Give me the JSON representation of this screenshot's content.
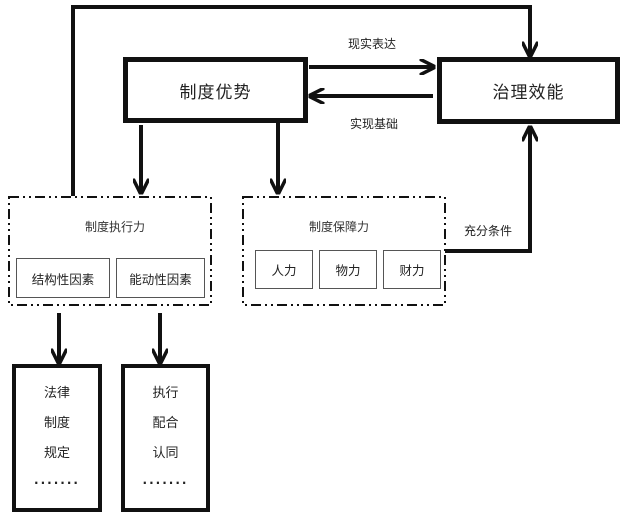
{
  "nodes": {
    "institutional_advantage": "制度优势",
    "governance_efficiency": "治理效能",
    "execution_capacity": {
      "title": "制度执行力",
      "factors": [
        "结构性因素",
        "能动性因素"
      ]
    },
    "guarantee_capacity": {
      "title": "制度保障力",
      "resources": [
        "人力",
        "物力",
        "财力"
      ]
    },
    "structural_list": {
      "items": [
        "法律",
        "制度",
        "规定"
      ],
      "ellipsis": "·······"
    },
    "agentive_list": {
      "items": [
        "执行",
        "配合",
        "认同"
      ],
      "ellipsis": "·······"
    }
  },
  "edges": {
    "realistic_expression": "现实表达",
    "realization_basis": "实现基础",
    "sufficient_condition": "充分条件"
  }
}
